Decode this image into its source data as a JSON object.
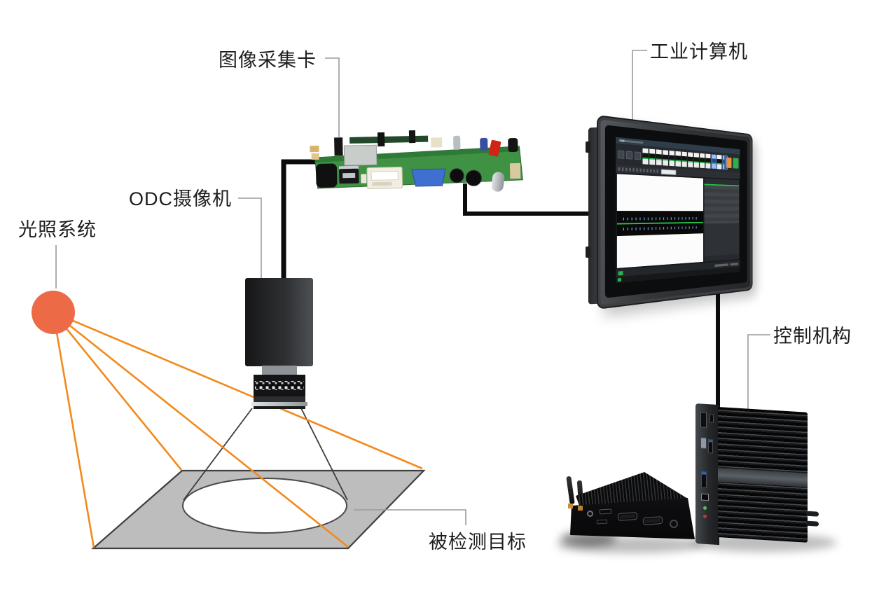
{
  "labels": {
    "capture_card": "图像采集卡",
    "industrial_pc": "工业计算机",
    "camera": "ODC摄像机",
    "lighting": "光照系统",
    "controller": "控制机构",
    "target": "被检测目标"
  },
  "colors": {
    "background": "#ffffff",
    "light_source": "#ec6a45",
    "light_ray": "#f28a1c",
    "plate_fill": "#bdbdbd",
    "plate_stroke": "#3f3f3f",
    "fov_line": "#3c3c3c",
    "cable": "#0c0c0c",
    "label_line": "#9b9b9b",
    "pcb_green": "#3f9143",
    "screen_accent_orange": "#e8923a",
    "screen_accent_green": "#2fae4e"
  }
}
